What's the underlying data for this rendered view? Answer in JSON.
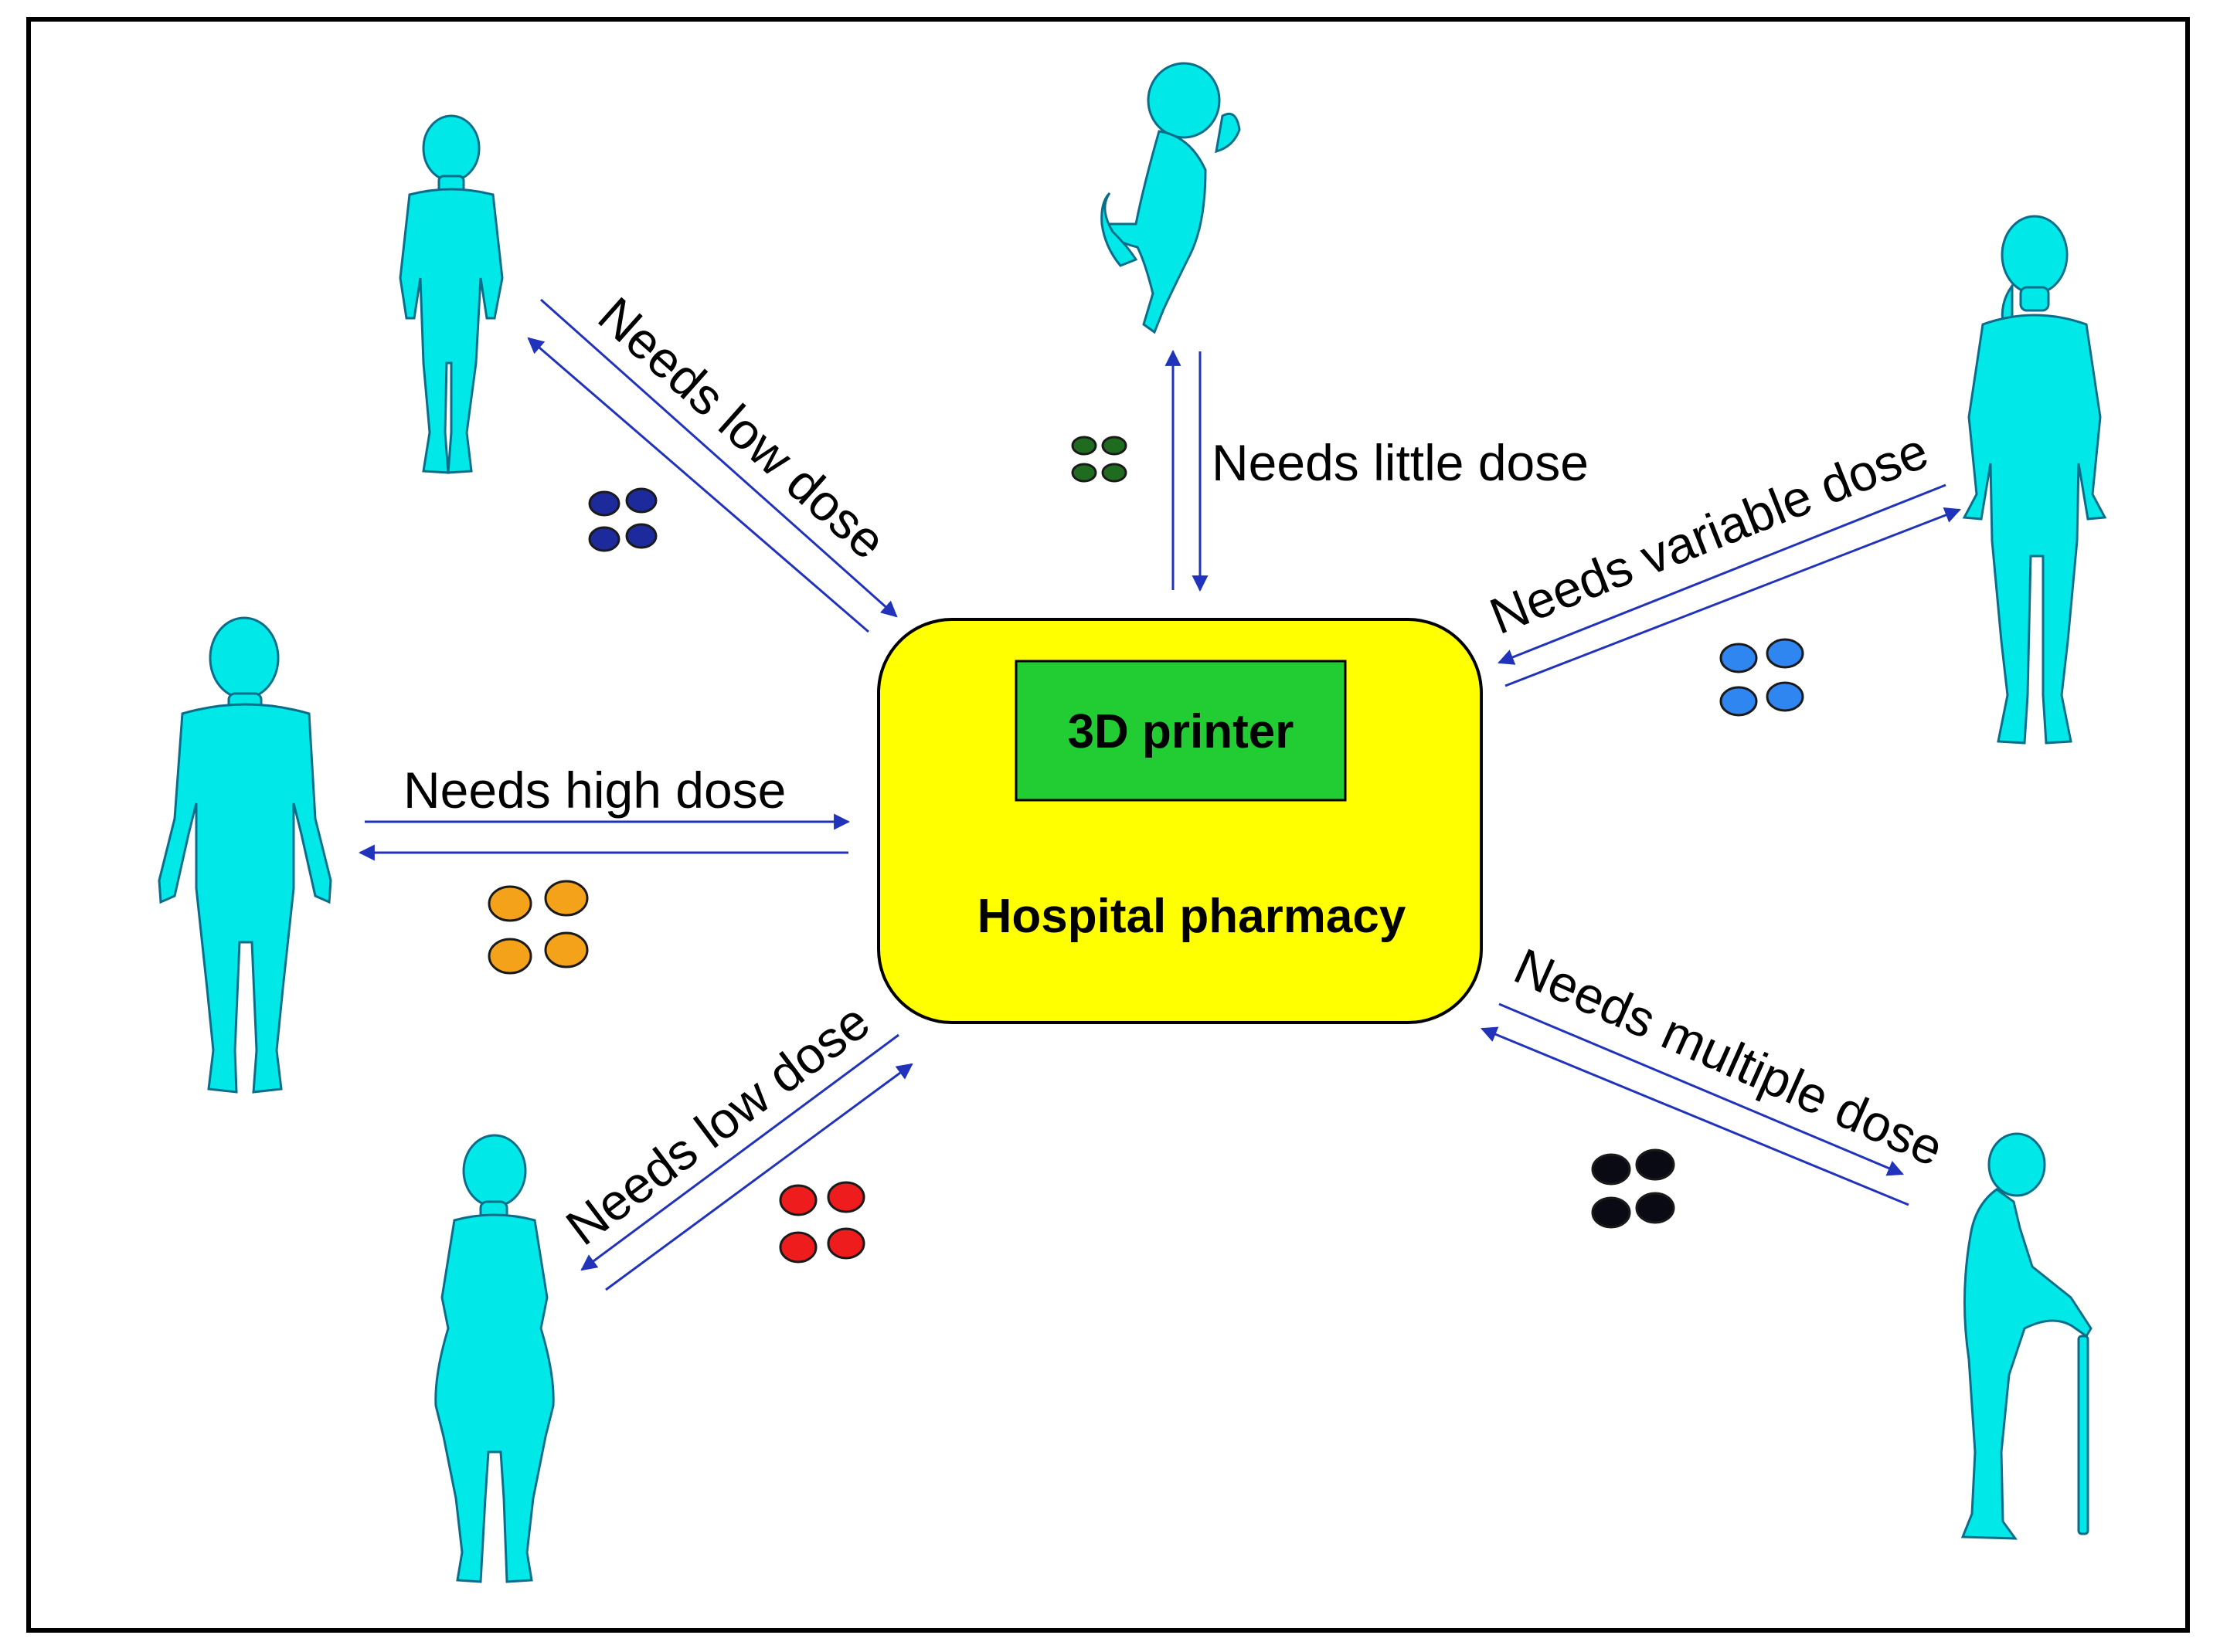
{
  "pharmacy": {
    "printer_label": "3D printer",
    "pharmacy_label": "Hospital pharmacy",
    "box_color": "#ffff00",
    "printer_color": "#22cc33"
  },
  "figure_color": "#00e8e8",
  "arrow_color": "#2233bb",
  "links": [
    {
      "id": "child-top-left",
      "label": "Needs low dose",
      "pill_color": "#1c2a9c"
    },
    {
      "id": "infant-top",
      "label": "Needs little dose",
      "pill_color": "#1f6b1f"
    },
    {
      "id": "woman-right",
      "label": "Needs variable dose",
      "pill_color": "#2f86f0"
    },
    {
      "id": "man-left",
      "label": "Needs high dose",
      "pill_color": "#f4a21a"
    },
    {
      "id": "woman-bottom-left",
      "label": "Needs low dose",
      "pill_color": "#ee1c1c"
    },
    {
      "id": "elder-bottom-right",
      "label": "Needs multiple dose",
      "pill_color": "#0a0a14"
    }
  ]
}
